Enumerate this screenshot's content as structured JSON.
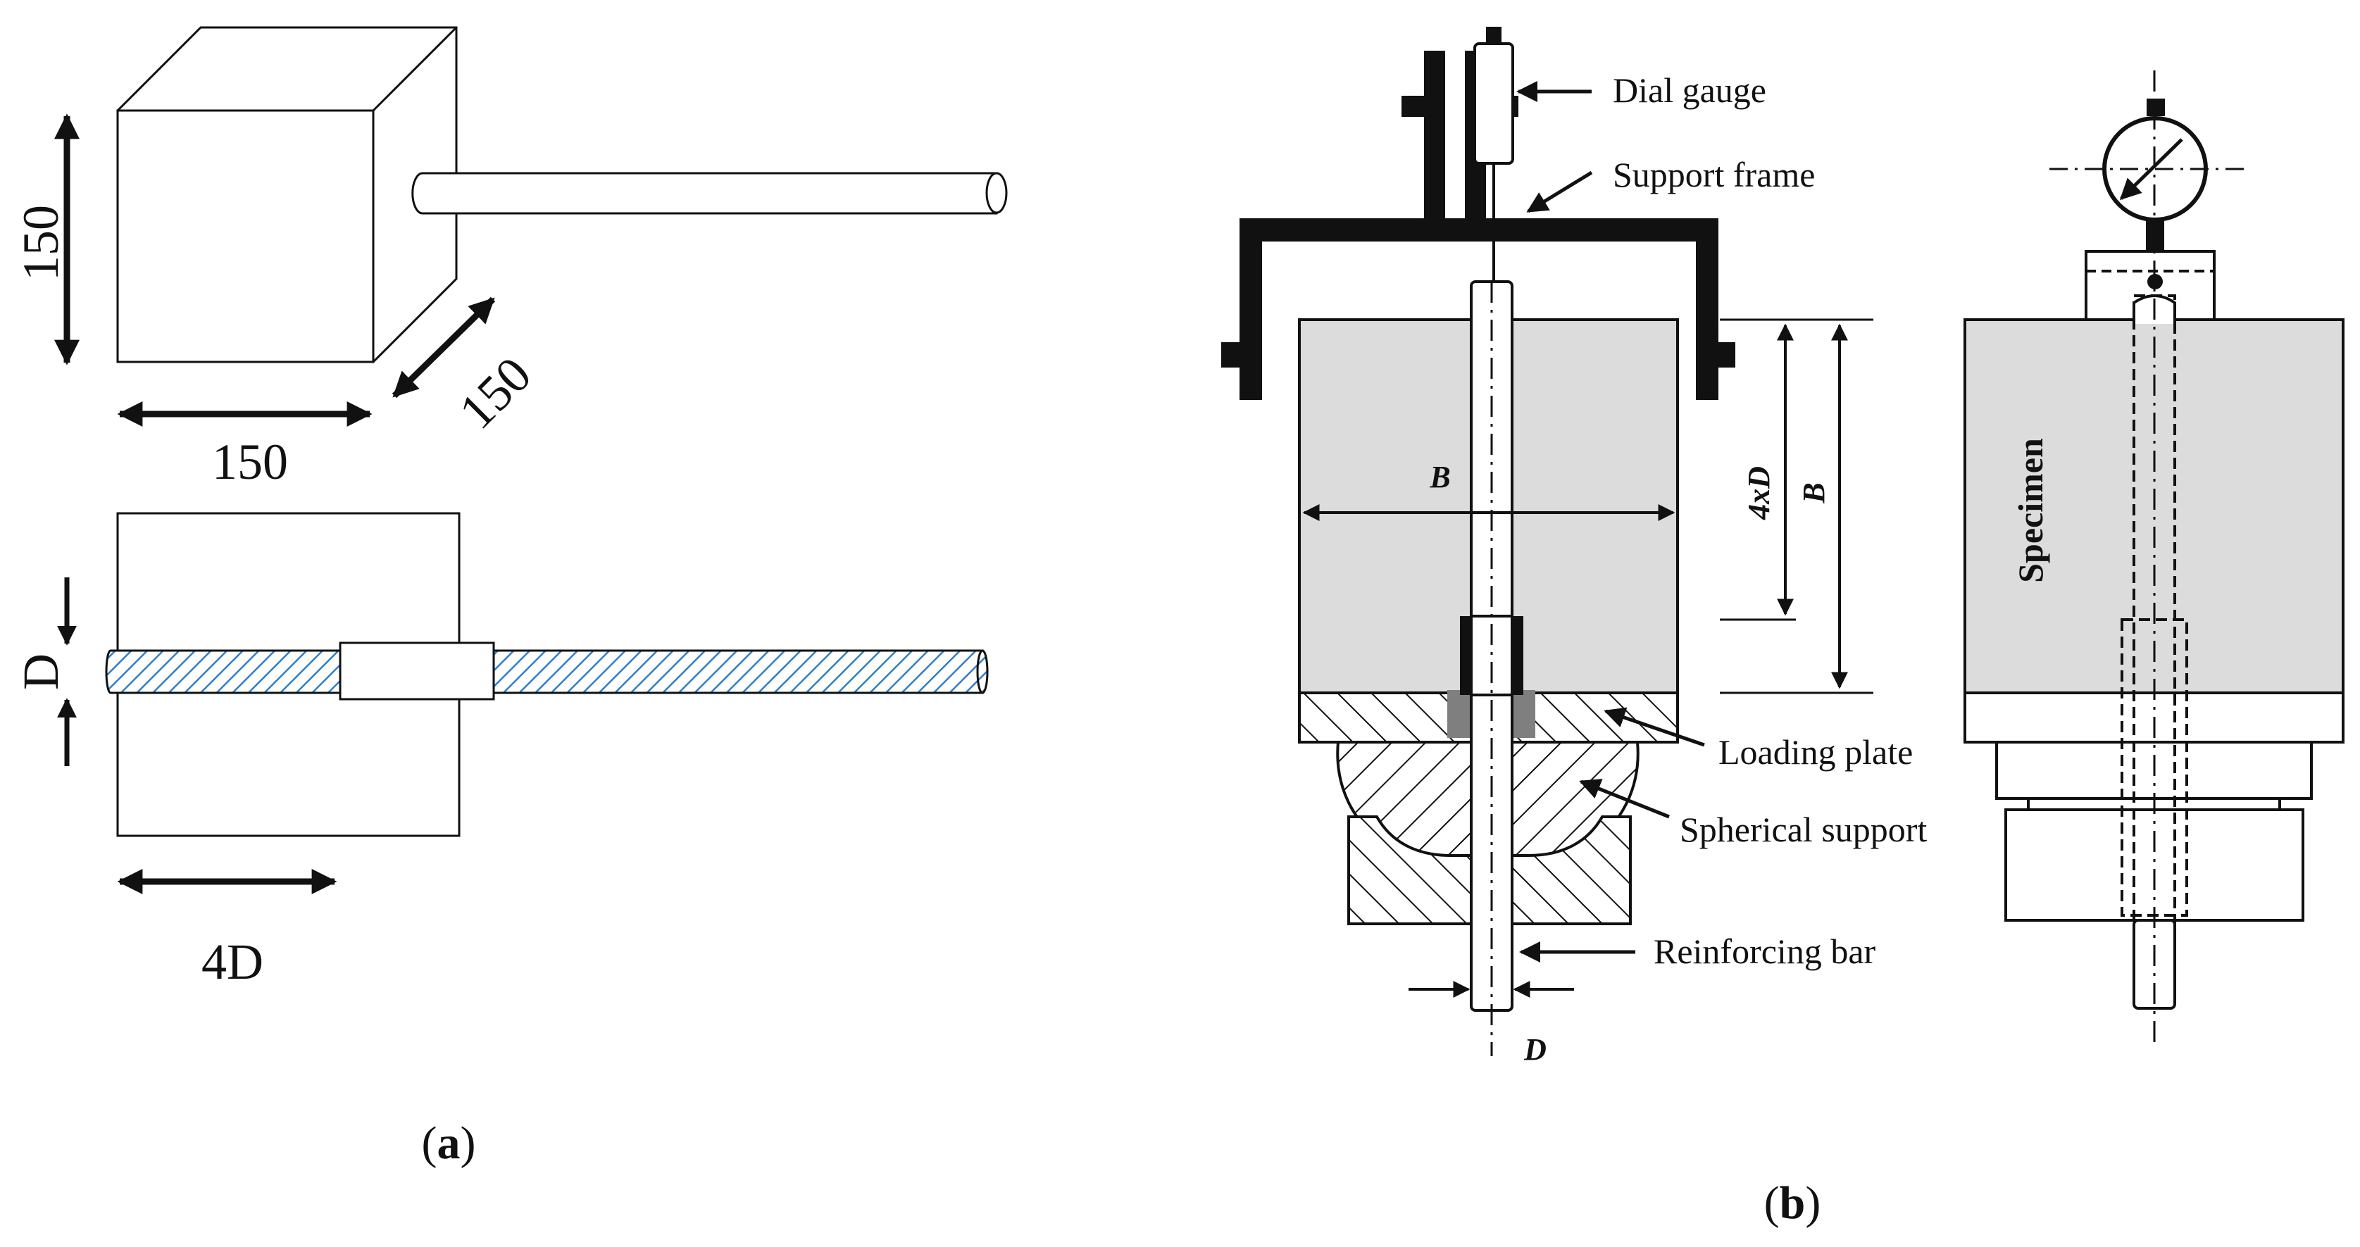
{
  "panel_a": {
    "caption_open": "(",
    "caption_letter": "a",
    "caption_close": ")",
    "cube_height": "150",
    "cube_width": "150",
    "cube_depth": "150",
    "bar_diameter": "D",
    "bond_length": "4D"
  },
  "panel_b": {
    "caption_open": "(",
    "caption_letter": "b",
    "caption_close": ")",
    "dial_gauge": "Dial gauge",
    "support_frame": "Support frame",
    "loading_plate": "Loading plate",
    "spherical_support": "Spherical support",
    "reinforcing_bar": "Reinforcing bar",
    "width_B": "B",
    "height_B": "B",
    "embed_4xD": "4xD",
    "diameter_D": "D",
    "specimen": "Specimen"
  },
  "colors": {
    "line": "#111111",
    "concrete_fill": "#dcdcdc",
    "bar_hatch": "#2e7fc9",
    "frame": "#111111",
    "bond_breaker": "#7f7f7f"
  }
}
